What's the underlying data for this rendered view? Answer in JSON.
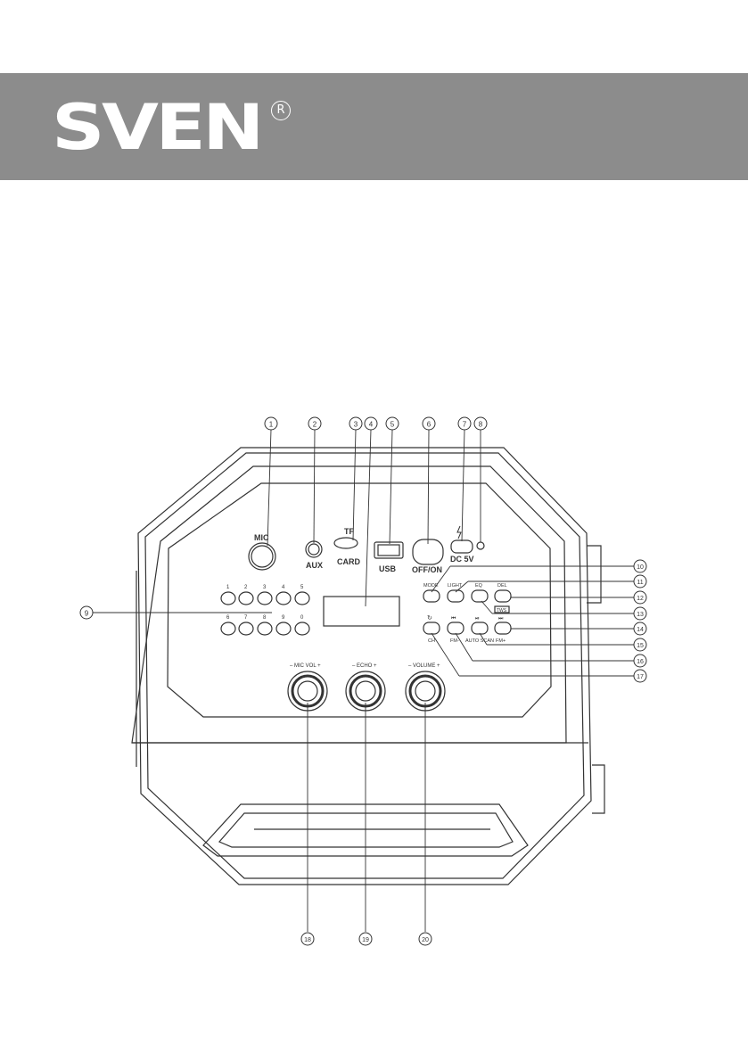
{
  "header": {
    "brand": "SVEN",
    "registered_mark": "R"
  },
  "panel_labels": {
    "mic": "MIC",
    "aux": "AUX",
    "tf": "TF",
    "card": "CARD",
    "usb": "USB",
    "off_on": "OFF/ON",
    "dc": "DC 5V",
    "mode": "MODE",
    "light": "LIGHT",
    "eq": "EQ",
    "del": "DEL",
    "tws": "TWS",
    "ch": "CH",
    "fm_minus": "FM-",
    "auto_scan": "AUTO SCAN",
    "fm_plus": "FM+",
    "mic_vol": "– MIC VOL +",
    "echo": "– ECHO +",
    "volume": "– VOLUME +"
  },
  "digit_buttons": {
    "row1": [
      "1",
      "2",
      "3",
      "4",
      "5"
    ],
    "row2": [
      "6",
      "7",
      "8",
      "9",
      "0"
    ]
  },
  "callouts": [
    "1",
    "2",
    "3",
    "4",
    "5",
    "6",
    "7",
    "8",
    "9",
    "10",
    "11",
    "12",
    "13",
    "14",
    "15",
    "16",
    "17",
    "18",
    "19",
    "20"
  ],
  "colors": {
    "header": "#8c8c8c",
    "line": "#333333"
  }
}
